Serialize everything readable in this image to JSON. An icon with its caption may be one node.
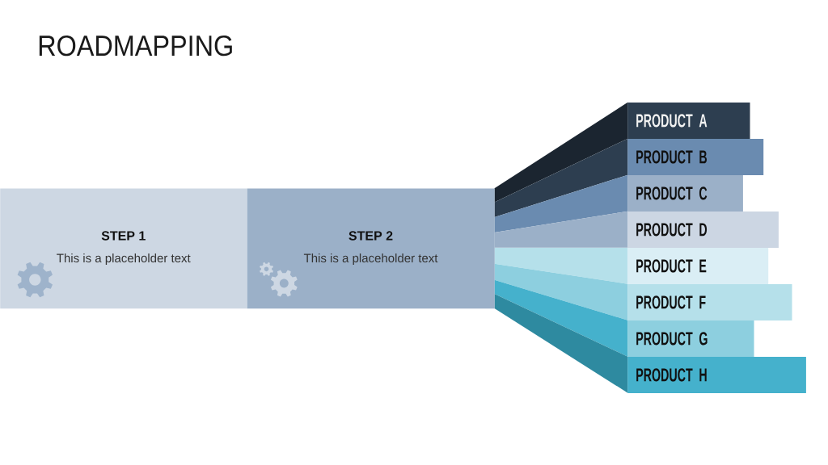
{
  "diagram": {
    "title": "ROADMAPPING",
    "nodes": [
      {
        "text": [
          "STEP 1",
          "This is a placeholder text"
        ]
      },
      {
        "text": [
          "STEP 2",
          "This is a placeholder text"
        ]
      },
      {
        "text": [
          "PRODUCT A"
        ]
      },
      {
        "text": [
          "PRODUCT B"
        ]
      },
      {
        "text": [
          "PRODUCT C"
        ]
      },
      {
        "text": [
          "PRODUCT D"
        ]
      },
      {
        "text": [
          "PRODUCT E"
        ]
      },
      {
        "text": [
          "PRODUCT F"
        ]
      },
      {
        "text": [
          "PRODUCT G"
        ]
      },
      {
        "text": [
          "PRODUCT H"
        ]
      }
    ]
  }
}
